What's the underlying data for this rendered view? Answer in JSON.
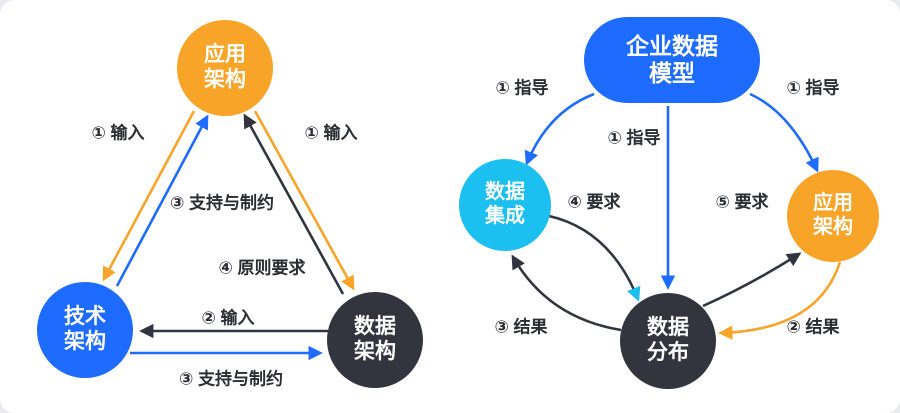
{
  "colors": {
    "orange": "#F7A428",
    "blue": "#1E6BFF",
    "dark": "#33353E",
    "cyan": "#1CC0F0",
    "label_text": "#2b2d33"
  },
  "left_diagram": {
    "nodes": {
      "app": {
        "label": "应用\n架构"
      },
      "tech": {
        "label": "技术\n架构"
      },
      "data": {
        "label": "数据\n架构"
      }
    },
    "labels": {
      "input_left": "① 输入",
      "input_right": "① 输入",
      "support_diagonal": "③ 支持与制约",
      "principle_requirement": "④ 原则要求",
      "input_bottom": "② 输入",
      "support_bottom": "③ 支持与制约"
    }
  },
  "right_diagram": {
    "nodes": {
      "enterprise_model": {
        "label": "企业数据\n模型"
      },
      "integration": {
        "label": "数据\n集成"
      },
      "app": {
        "label": "应用\n架构"
      },
      "distribution": {
        "label": "数据\n分布"
      }
    },
    "labels": {
      "guide_left": "① 指导",
      "guide_center": "① 指导",
      "guide_right": "① 指导",
      "require_left": "④ 要求",
      "require_right": "⑤ 要求",
      "result_left": "③ 结果",
      "result_right": "② 结果"
    }
  }
}
